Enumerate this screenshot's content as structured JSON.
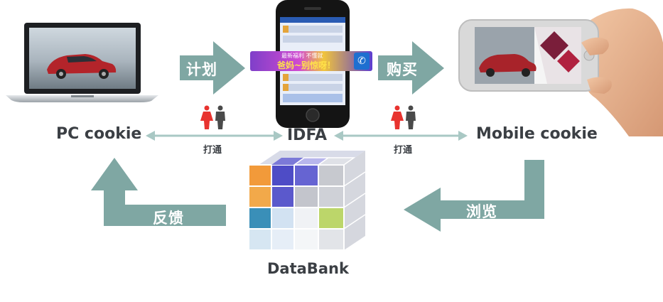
{
  "nodes": {
    "pc": "PC cookie",
    "idfa": "IDFA",
    "mobile": "Mobile cookie",
    "databank": "DataBank"
  },
  "flows": {
    "plan": "计划",
    "buy": "购买",
    "browse": "浏览",
    "feedback": "反馈",
    "connect_left": "打通",
    "connect_right": "打通"
  },
  "phone_banner": {
    "top_text": "最新福利 不懂就",
    "main_text": "爸妈~别惊呀！"
  },
  "colors": {
    "arrow": "#7fa7a3",
    "link": "#a9c8c4",
    "label": "#3b3f44",
    "female": "#e8332f",
    "male": "#4a4a4a"
  }
}
